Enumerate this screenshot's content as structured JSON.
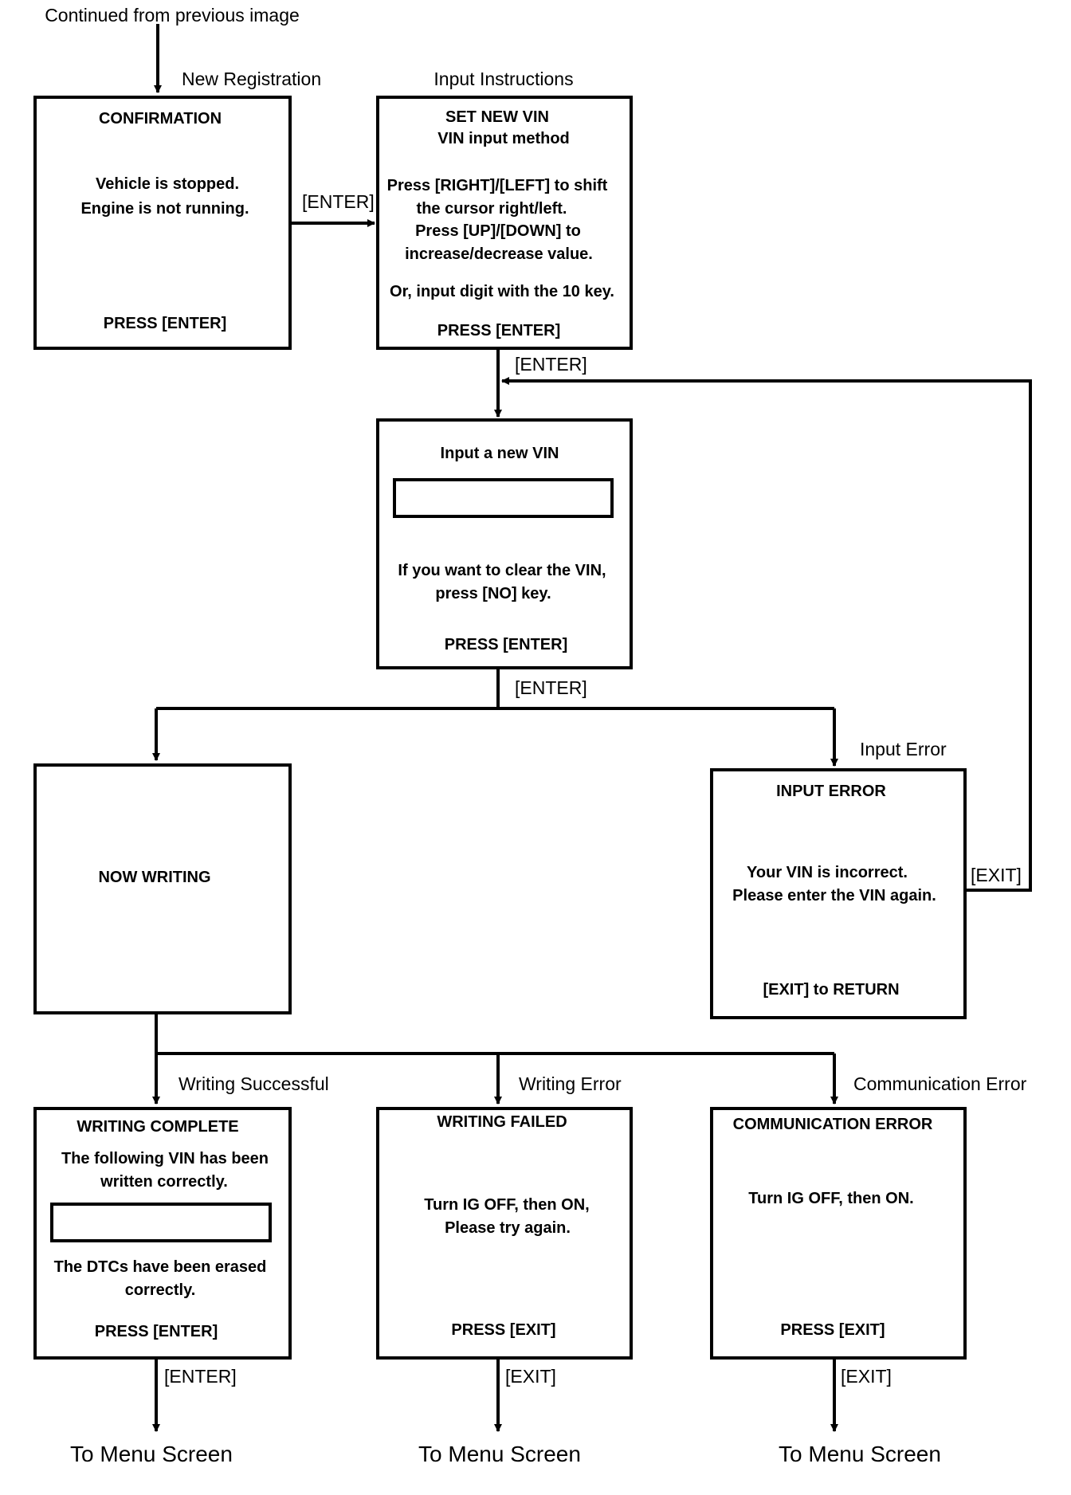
{
  "diagram": {
    "intro": "Continued from previous image",
    "edge_labels": {
      "new_registration": "New Registration",
      "input_instructions": "Input Instructions",
      "enter_1": "[ENTER]",
      "enter_2": "[ENTER]",
      "enter_3": "[ENTER]",
      "input_error": "Input Error",
      "exit_loop": "[EXIT]",
      "writing_successful": "Writing Successful",
      "writing_error": "Writing Error",
      "communication_error": "Communication Error",
      "enter_4": "[ENTER]",
      "exit_1": "[EXIT]",
      "exit_2": "[EXIT]"
    },
    "screens": {
      "confirmation": {
        "title": "CONFIRMATION",
        "lines": [
          "Vehicle is stopped.",
          "Engine is not running."
        ],
        "footer": "PRESS [ENTER]"
      },
      "set_vin": {
        "title": "SET NEW VIN",
        "lines": [
          "VIN input method",
          "Press [RIGHT]/[LEFT] to shift",
          "the cursor right/left.",
          "Press [UP]/[DOWN] to",
          "increase/decrease value.",
          "Or, input digit with the 10 key."
        ],
        "footer": "PRESS [ENTER]"
      },
      "input_vin": {
        "title": "Input a new VIN",
        "lines": [
          "If you want to clear the VIN,",
          "press [NO] key."
        ],
        "footer": "PRESS [ENTER]"
      },
      "now_writing": {
        "title": "NOW WRITING"
      },
      "input_error": {
        "title": "INPUT ERROR",
        "lines": [
          "Your VIN is incorrect.",
          "Please enter the VIN again."
        ],
        "footer": "[EXIT] to RETURN"
      },
      "writing_complete": {
        "title": "WRITING COMPLETE",
        "lines": [
          "The following VIN has been",
          "written correctly.",
          "The DTCs have been erased",
          "correctly."
        ],
        "footer": "PRESS [ENTER]"
      },
      "writing_failed": {
        "title": "WRITING FAILED",
        "lines": [
          "Turn IG OFF, then ON,",
          "Please try again."
        ],
        "footer": "PRESS [EXIT]"
      },
      "communication_error": {
        "title": "COMMUNICATION ERROR",
        "lines": [
          "Turn IG OFF, then ON."
        ],
        "footer": "PRESS [EXIT]"
      }
    },
    "terminals": [
      "To Menu Screen",
      "To Menu Screen",
      "To Menu Screen"
    ]
  }
}
